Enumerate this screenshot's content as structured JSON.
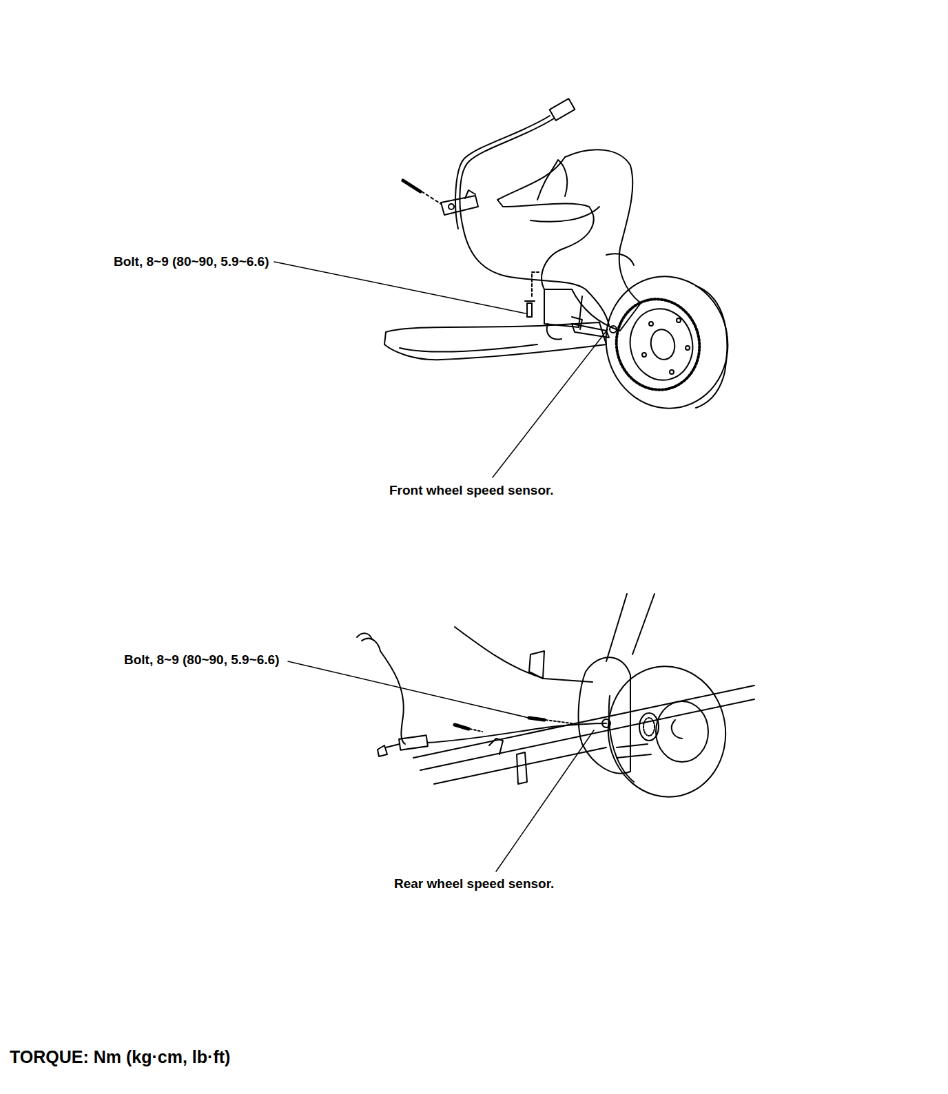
{
  "diagram": {
    "labels": [
      "Bolt, 8~9 (80~90, 5.9~6.6)",
      "Front wheel speed sensor.",
      "Bolt, 8~9 (80~90, 5.9~6.6)",
      "Rear wheel speed sensor.",
      "TORQUE: Nm (kg·cm, lb·ft)"
    ]
  }
}
